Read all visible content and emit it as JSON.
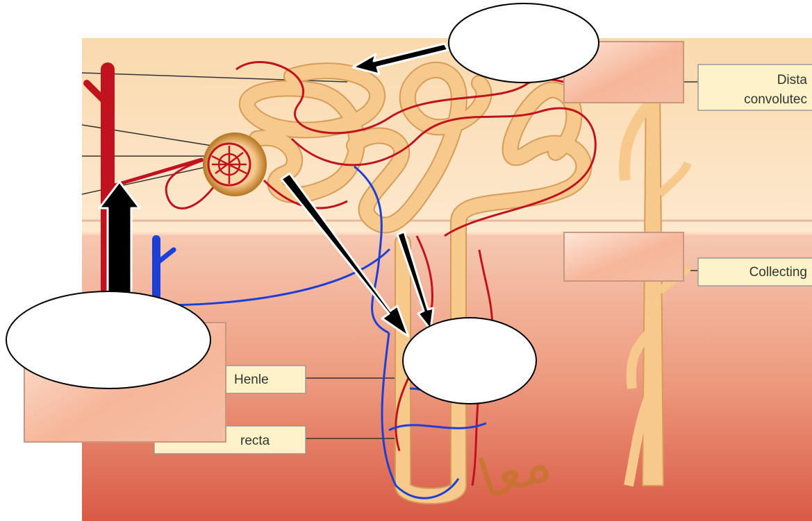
{
  "labels": {
    "distal_line1": "Dista",
    "distal_line2": "convolutec",
    "collecting": "Collecting",
    "henle": "Henle",
    "recta": "recta"
  },
  "watermark": "معا",
  "colors": {
    "background_top": "#f8ddb4",
    "background_bottom": "#d96a50",
    "tubule_fill": "#f7c98d",
    "tubule_outline": "#d69c5a",
    "artery": "#c1121f",
    "vein": "#1c3fd6",
    "label_box": "#fdf2c8",
    "overlay_box_light": "#fde4d2",
    "overlay_box_dark": "#f4a98b",
    "arrow": "#000000",
    "watermark": "#b8761c"
  }
}
